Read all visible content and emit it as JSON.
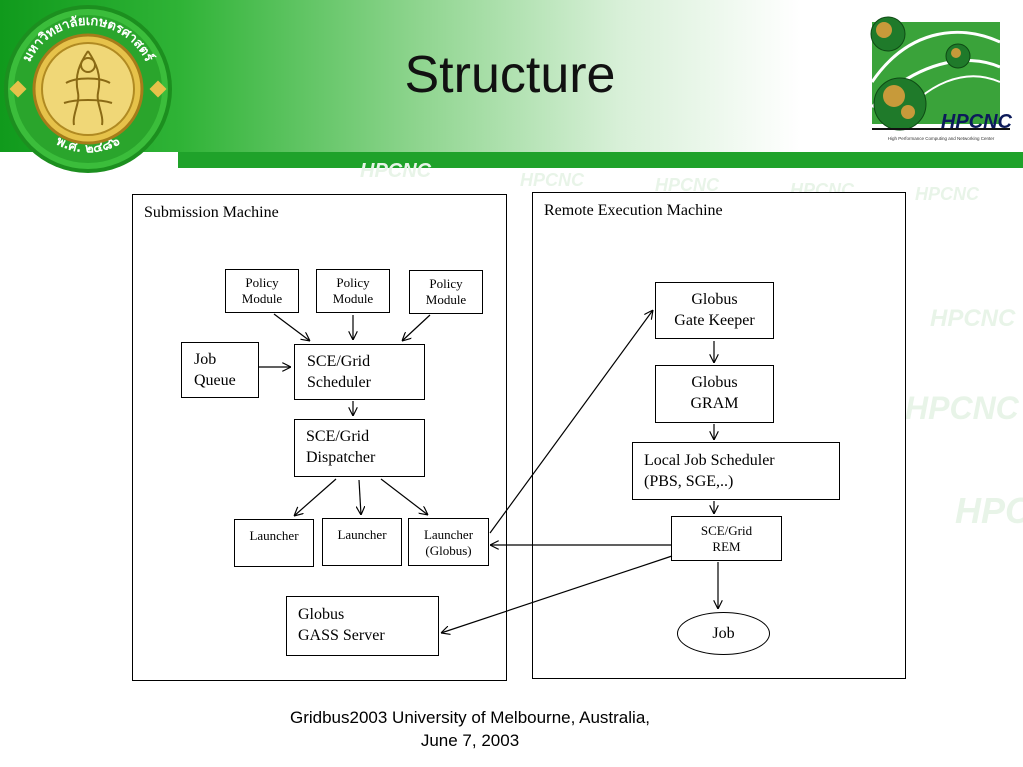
{
  "title": "Structure",
  "footer": {
    "line1": "Gridbus2003 University of Melbourne, Australia,",
    "line2": "June 7, 2003"
  },
  "logo": {
    "text": "HPCNC",
    "subtitle": "High Performance Computing and Networking Center"
  },
  "seal": {
    "text_top": "มหาวิทยาลัยเกษตรศาสตร์",
    "text_bottom": "พ.ศ. ๒๔๘๖"
  },
  "watermark_text": "HPCNC",
  "colors": {
    "header_green": "#1fa22a",
    "seal_gold": "#d9b33a",
    "logo_green": "#2e9a2e"
  },
  "panels": {
    "submission": "Submission Machine",
    "remote": "Remote Execution Machine"
  },
  "nodes": {
    "policy1": "Policy\nModule",
    "policy2": "Policy\nModule",
    "policy3": "Policy\nModule",
    "job_queue": "Job\nQueue",
    "scheduler": "SCE/Grid\nScheduler",
    "dispatcher": "SCE/Grid\nDispatcher",
    "launcher1": "Launcher",
    "launcher2": "Launcher",
    "launcher3": "Launcher\n(Globus)",
    "gass": "Globus\nGASS Server",
    "gatekeeper": "Globus\nGate Keeper",
    "gram": "Globus\nGRAM",
    "local_scheduler": "Local Job Scheduler\n(PBS, SGE,..)",
    "rem": "SCE/Grid\nREM",
    "job": "Job"
  }
}
